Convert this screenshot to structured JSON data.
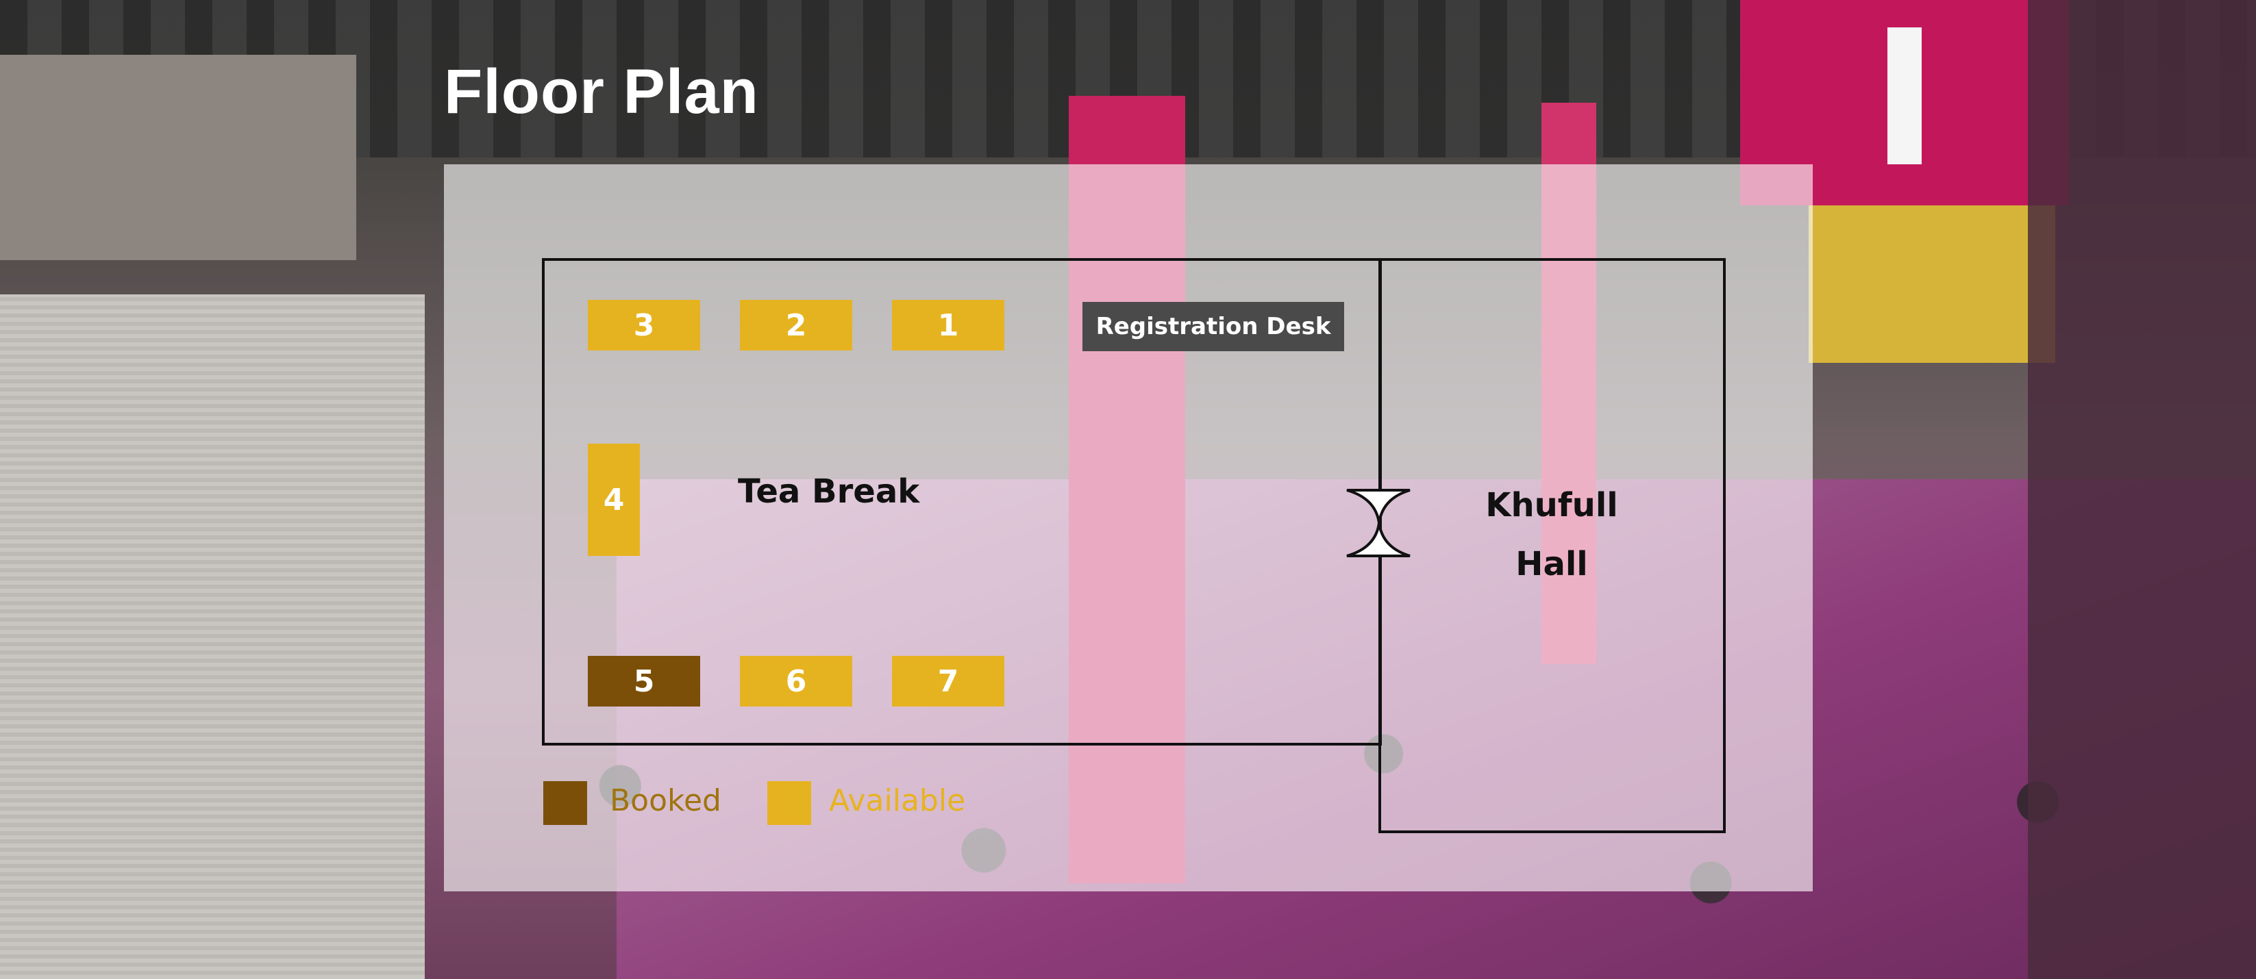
{
  "title": "Floor Plan",
  "colors": {
    "available": "#e6b320",
    "booked": "#7b4f08",
    "registration_desk": "#4a4a4a"
  },
  "booths": [
    {
      "number": "3",
      "status": "available"
    },
    {
      "number": "2",
      "status": "available"
    },
    {
      "number": "1",
      "status": "available"
    },
    {
      "number": "4",
      "status": "available"
    },
    {
      "number": "5",
      "status": "booked"
    },
    {
      "number": "6",
      "status": "available"
    },
    {
      "number": "7",
      "status": "available"
    }
  ],
  "areas": {
    "registration_desk": "Registration Desk",
    "tea_break": "Tea Break",
    "hall_line1": "Khufull",
    "hall_line2": "Hall"
  },
  "legend": {
    "booked": "Booked",
    "available": "Available"
  }
}
